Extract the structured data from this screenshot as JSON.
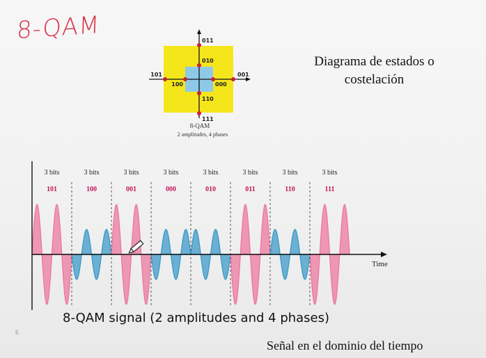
{
  "handwritten_title": "8-QAM",
  "diagram_title": {
    "line1": "Diagrama de estados o",
    "line2": "costelación"
  },
  "constellation": {
    "caption_line1": "8-QAM",
    "caption_line2": "2 amplitudes, 4 phases",
    "colors": {
      "outer": "#f5e61b",
      "inner": "#8fc9e8",
      "point": "#cc2233",
      "label": "#222222"
    },
    "points": [
      {
        "label": "011",
        "amplitude": "outer",
        "phase_deg": 90
      },
      {
        "label": "010",
        "amplitude": "inner",
        "phase_deg": 90
      },
      {
        "label": "001",
        "amplitude": "outer",
        "phase_deg": 0
      },
      {
        "label": "000",
        "amplitude": "inner",
        "phase_deg": 0
      },
      {
        "label": "111",
        "amplitude": "outer",
        "phase_deg": 270
      },
      {
        "label": "110",
        "amplitude": "inner",
        "phase_deg": 270
      },
      {
        "label": "101",
        "amplitude": "outer",
        "phase_deg": 180
      },
      {
        "label": "100",
        "amplitude": "inner",
        "phase_deg": 180
      }
    ]
  },
  "signal": {
    "time_label": "Time",
    "segments": [
      {
        "bits_label": "3 bits",
        "code": "101",
        "amplitude": "high",
        "color": "pink"
      },
      {
        "bits_label": "3 bits",
        "code": "100",
        "amplitude": "low",
        "color": "blue"
      },
      {
        "bits_label": "3 bits",
        "code": "001",
        "amplitude": "high",
        "color": "pink"
      },
      {
        "bits_label": "3 bits",
        "code": "000",
        "amplitude": "low",
        "color": "blue"
      },
      {
        "bits_label": "3 bits",
        "code": "010",
        "amplitude": "low",
        "color": "blue"
      },
      {
        "bits_label": "3 bits",
        "code": "011",
        "amplitude": "high",
        "color": "pink"
      },
      {
        "bits_label": "3 bits",
        "code": "110",
        "amplitude": "low",
        "color": "blue"
      },
      {
        "bits_label": "3 bits",
        "code": "111",
        "amplitude": "high",
        "color": "pink"
      }
    ],
    "colors": {
      "pink": "#ec7aa0",
      "blue": "#3f9bc8",
      "code": "#c2185b"
    }
  },
  "signal_caption": "8-QAM signal (2 amplitudes and 4 phases)",
  "footer_caption": "Señal en el dominio del tiempo",
  "page_number": "5"
}
